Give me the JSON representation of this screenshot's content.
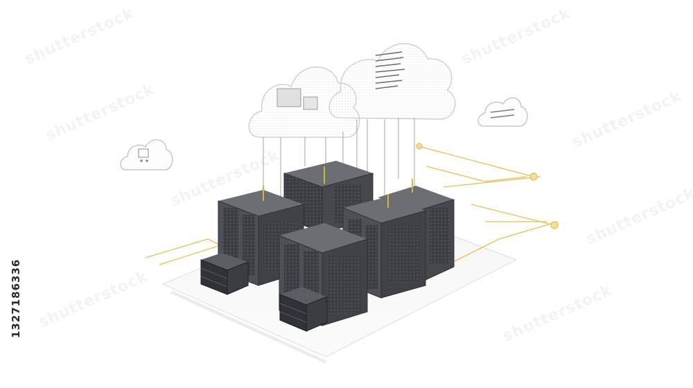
{
  "image": {
    "subject": "isometric cluster of server racks linked to cloud icons",
    "stock_id": "1327186336",
    "watermark_text": "shutterstock",
    "colors": {
      "background": "#ffffff",
      "rack_body": "#4a4d52",
      "rack_top": "#6b6e73",
      "accent_lines": "#e2c15a",
      "cloud_stroke": "#c8c8c8"
    },
    "icons": [
      "cloud-icon",
      "server-rack-icon",
      "circuit-line-icon"
    ]
  }
}
